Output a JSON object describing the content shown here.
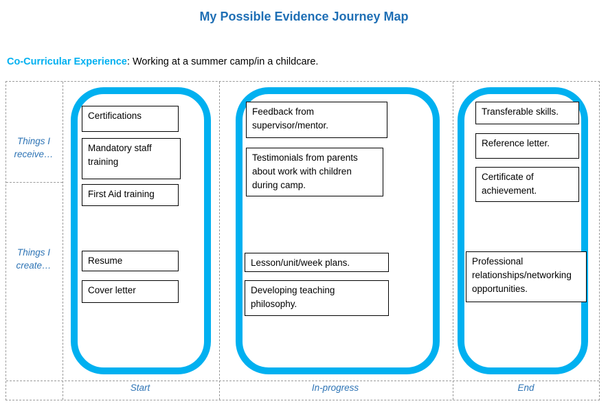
{
  "title": "My Possible Evidence Journey Map",
  "subtitle": {
    "label": "Co-Curricular Experience",
    "separator": ": ",
    "text": "Working at a summer camp/in a childcare."
  },
  "row_labels": [
    {
      "label": "Things I receive…"
    },
    {
      "label": "Things I create…"
    }
  ],
  "columns": [
    {
      "name": "Start",
      "receive_items": [
        "Certifications",
        "Mandatory staff training",
        "First Aid training"
      ],
      "create_items": [
        "Resume",
        "Cover letter"
      ]
    },
    {
      "name": "In-progress",
      "receive_items": [
        "Feedback from supervisor/mentor.",
        "Testimonials from parents about work with children during camp."
      ],
      "create_items": [
        "Lesson/unit/week plans.",
        "Developing teaching philosophy."
      ]
    },
    {
      "name": "End",
      "receive_items": [
        "Transferable skills.",
        "Reference letter.",
        "Certificate of achievement."
      ],
      "create_items": [
        "Professional relationships/networking opportunities."
      ]
    }
  ],
  "colors": {
    "stage_border": "#00B0F0",
    "title_blue": "#1F6FB5",
    "label_blue": "#2E74B5",
    "grid_dash_gray": "#9a9a9a",
    "box_border": "#000000"
  }
}
